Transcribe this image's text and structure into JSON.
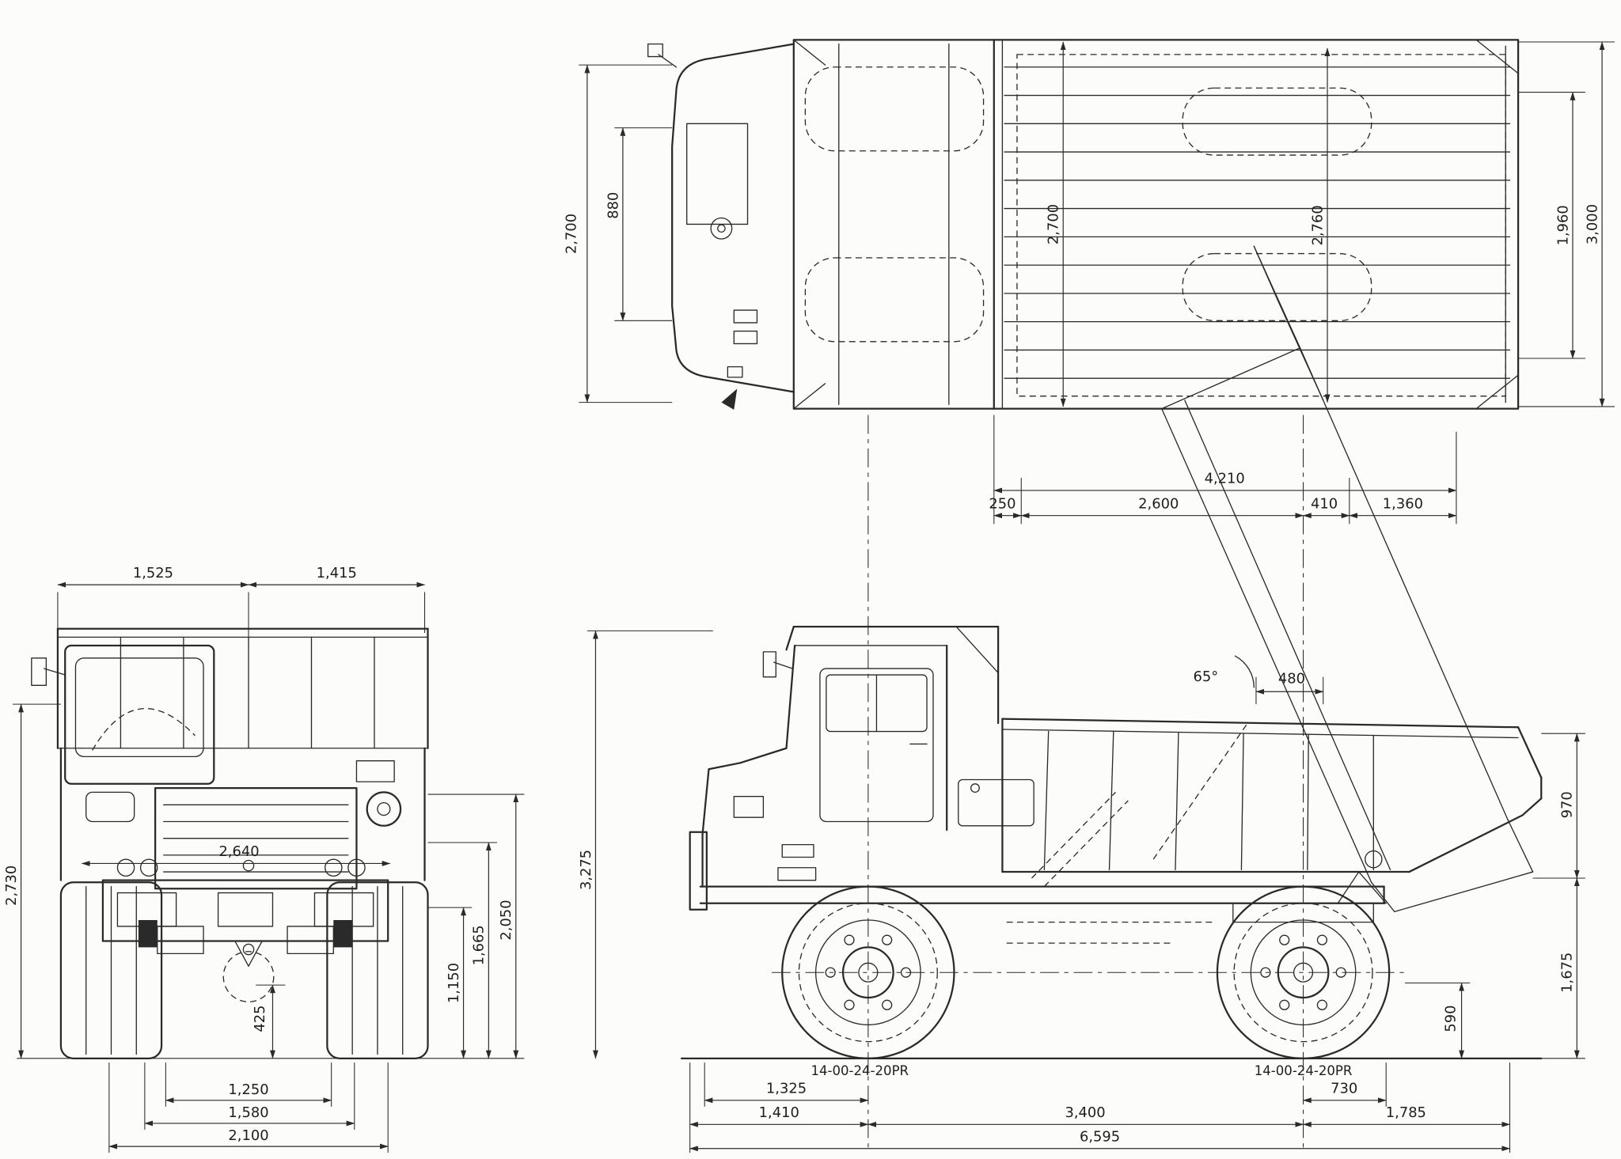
{
  "top": {
    "overall_cab_width": "2,700",
    "panel_width": "880",
    "bed_front_width": "2,700",
    "bed_mid_width": "2,760",
    "bed_inner_width": "1,960",
    "bed_overall_width": "3,000",
    "bed_length": "4,210",
    "seg_front": "250",
    "seg_mid": "2,600",
    "seg_pivot": "410",
    "seg_rear": "1,360"
  },
  "front": {
    "width_left": "1,525",
    "width_right": "1,415",
    "overall_height": "2,730",
    "bumper_width": "2,640",
    "height_bumper": "1,150",
    "height_hood": "1,665",
    "height_cowl": "2,050",
    "ground_clearance": "425",
    "track_inner": "1,250",
    "track_mid": "1,580",
    "track_outer": "2,100"
  },
  "side": {
    "overall_height": "3,275",
    "dump_angle": "65°",
    "pivot_offset": "480",
    "body_depth": "970",
    "loading_height": "1,675",
    "frame_height": "590",
    "bumper_to_axle": "1,325",
    "front_overhang": "1,410",
    "wheelbase": "3,400",
    "axle_to_pivot": "730",
    "rear_overhang": "1,785",
    "overall_length": "6,595",
    "tire_front": "14-00-24-20PR",
    "tire_rear": "14-00-24-20PR"
  }
}
